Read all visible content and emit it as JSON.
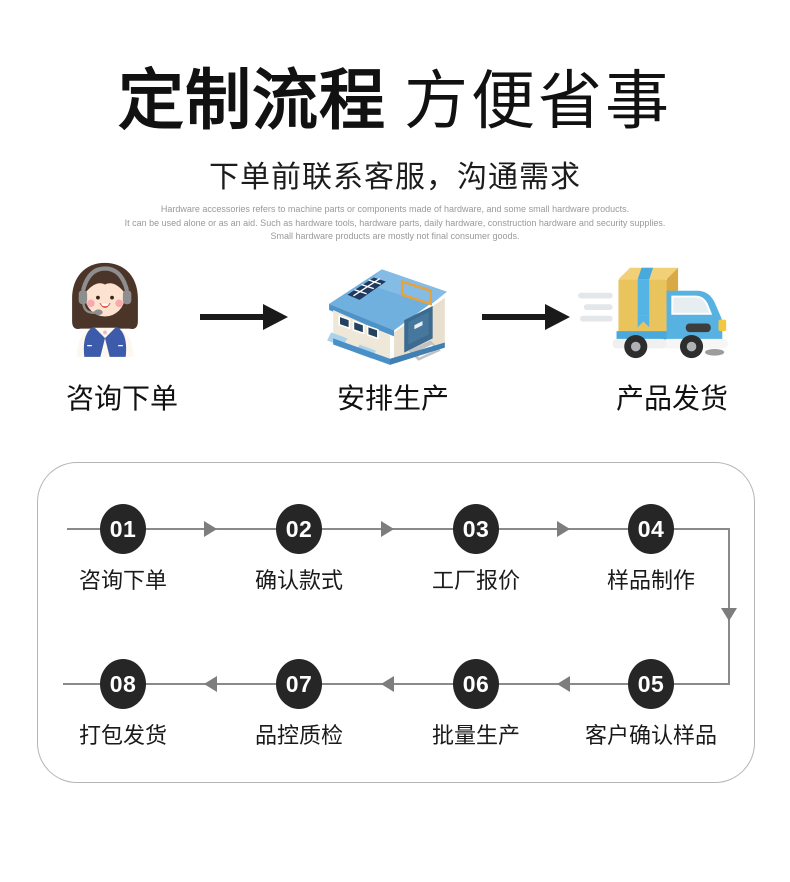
{
  "header": {
    "title_bold": "定制流程",
    "title_light": "方便省事",
    "subtitle": "下单前联系客服，沟通需求",
    "desc_lines": [
      "Hardware accessories refers to machine parts or components made of hardware, and some small hardware products.",
      "It can be used alone or as an aid. Such as hardware tools, hardware parts, daily hardware, construction hardware and security supplies.",
      "Small hardware products are mostly not final consumer goods."
    ]
  },
  "process_icons": {
    "items": [
      {
        "icon": "customer-service-icon",
        "label": "咨询下单"
      },
      {
        "icon": "factory-icon",
        "label": "安排生产"
      },
      {
        "icon": "truck-icon",
        "label": "产品发货"
      }
    ]
  },
  "flow": {
    "row1": [
      {
        "num": "01",
        "label": "咨询下单"
      },
      {
        "num": "02",
        "label": "确认款式"
      },
      {
        "num": "03",
        "label": "工厂报价"
      },
      {
        "num": "04",
        "label": "样品制作"
      }
    ],
    "row2": [
      {
        "num": "08",
        "label": "打包发货"
      },
      {
        "num": "07",
        "label": "品控质检"
      },
      {
        "num": "06",
        "label": "批量生产"
      },
      {
        "num": "05",
        "label": "客户确认样品"
      }
    ]
  },
  "colors": {
    "step_circle": "#262626",
    "connector_line": "#8a8a8a",
    "connector_arrow": "#7d7d7d",
    "big_arrow": "#1a1a1a",
    "box_border": "#b5b5b5",
    "desc_text": "#999999",
    "title_text": "#111111"
  }
}
